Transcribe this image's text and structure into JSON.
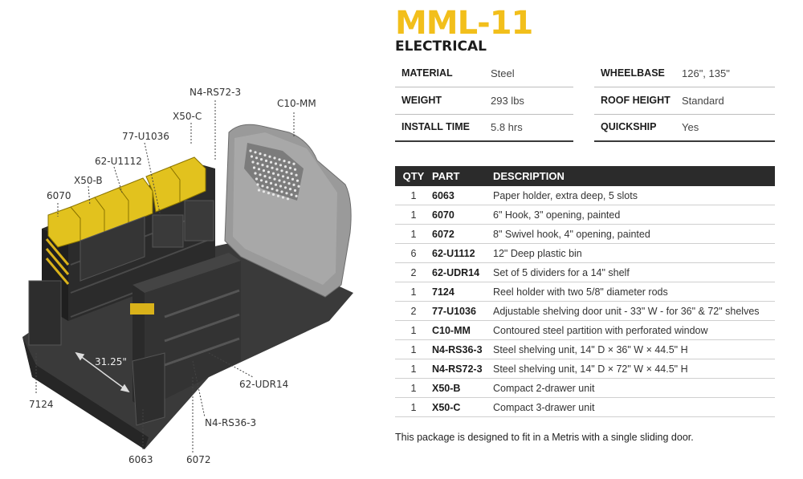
{
  "title": "MML-11",
  "subtitle": "ELECTRICAL",
  "specs": [
    {
      "label": "MATERIAL",
      "value": "Steel"
    },
    {
      "label": "WHEELBASE",
      "value": "126\", 135\""
    },
    {
      "label": "WEIGHT",
      "value": "293 lbs"
    },
    {
      "label": "ROOF HEIGHT",
      "value": "Standard"
    },
    {
      "label": "INSTALL TIME",
      "value": "5.8 hrs"
    },
    {
      "label": "QUICKSHIP",
      "value": "Yes"
    }
  ],
  "table": {
    "headers": {
      "qty": "QTY",
      "part": "PART",
      "description": "DESCRIPTION"
    },
    "rows": [
      {
        "qty": "1",
        "part": "6063",
        "description": "Paper holder, extra deep, 5 slots"
      },
      {
        "qty": "1",
        "part": "6070",
        "description": "6\" Hook, 3\" opening, painted"
      },
      {
        "qty": "1",
        "part": "6072",
        "description": "8\" Swivel hook, 4\" opening, painted"
      },
      {
        "qty": "6",
        "part": "62-U1112",
        "description": "12\" Deep plastic bin"
      },
      {
        "qty": "2",
        "part": "62-UDR14",
        "description": "Set of 5 dividers for a 14\" shelf"
      },
      {
        "qty": "1",
        "part": "7124",
        "description": "Reel holder with two 5/8\" diameter rods"
      },
      {
        "qty": "2",
        "part": "77-U1036",
        "description": "Adjustable shelving door unit - 33\" W - for 36\" & 72\" shelves"
      },
      {
        "qty": "1",
        "part": "C10-MM",
        "description": "Contoured steel partition with perforated window"
      },
      {
        "qty": "1",
        "part": "N4-RS36-3",
        "description": "Steel shelving unit, 14\" D × 36\" W × 44.5\" H"
      },
      {
        "qty": "1",
        "part": "N4-RS72-3",
        "description": "Steel shelving unit, 14\" D × 72\" W × 44.5\" H"
      },
      {
        "qty": "1",
        "part": "X50-B",
        "description": "Compact 2-drawer unit"
      },
      {
        "qty": "1",
        "part": "X50-C",
        "description": "Compact 3-drawer unit"
      }
    ]
  },
  "note": "This package is designed to fit in a Metris with a single sliding door.",
  "callouts": {
    "n4_rs72_3": "N4-RS72-3",
    "c10_mm": "C10-MM",
    "x50_c": "X50-C",
    "u1036": "77-U1036",
    "u1112": "62-U1112",
    "x50_b": "X50-B",
    "p6070": "6070",
    "dim": "31.25\"",
    "udr14": "62-UDR14",
    "n4_rs36_3": "N4-RS36-3",
    "p7124": "7124",
    "p6063": "6063",
    "p6072": "6072"
  },
  "colors": {
    "accent": "#f2bf1b",
    "header_bg": "#2b2b2b",
    "shelf": "#2e2e2e",
    "floor": "#3a3a3a"
  }
}
